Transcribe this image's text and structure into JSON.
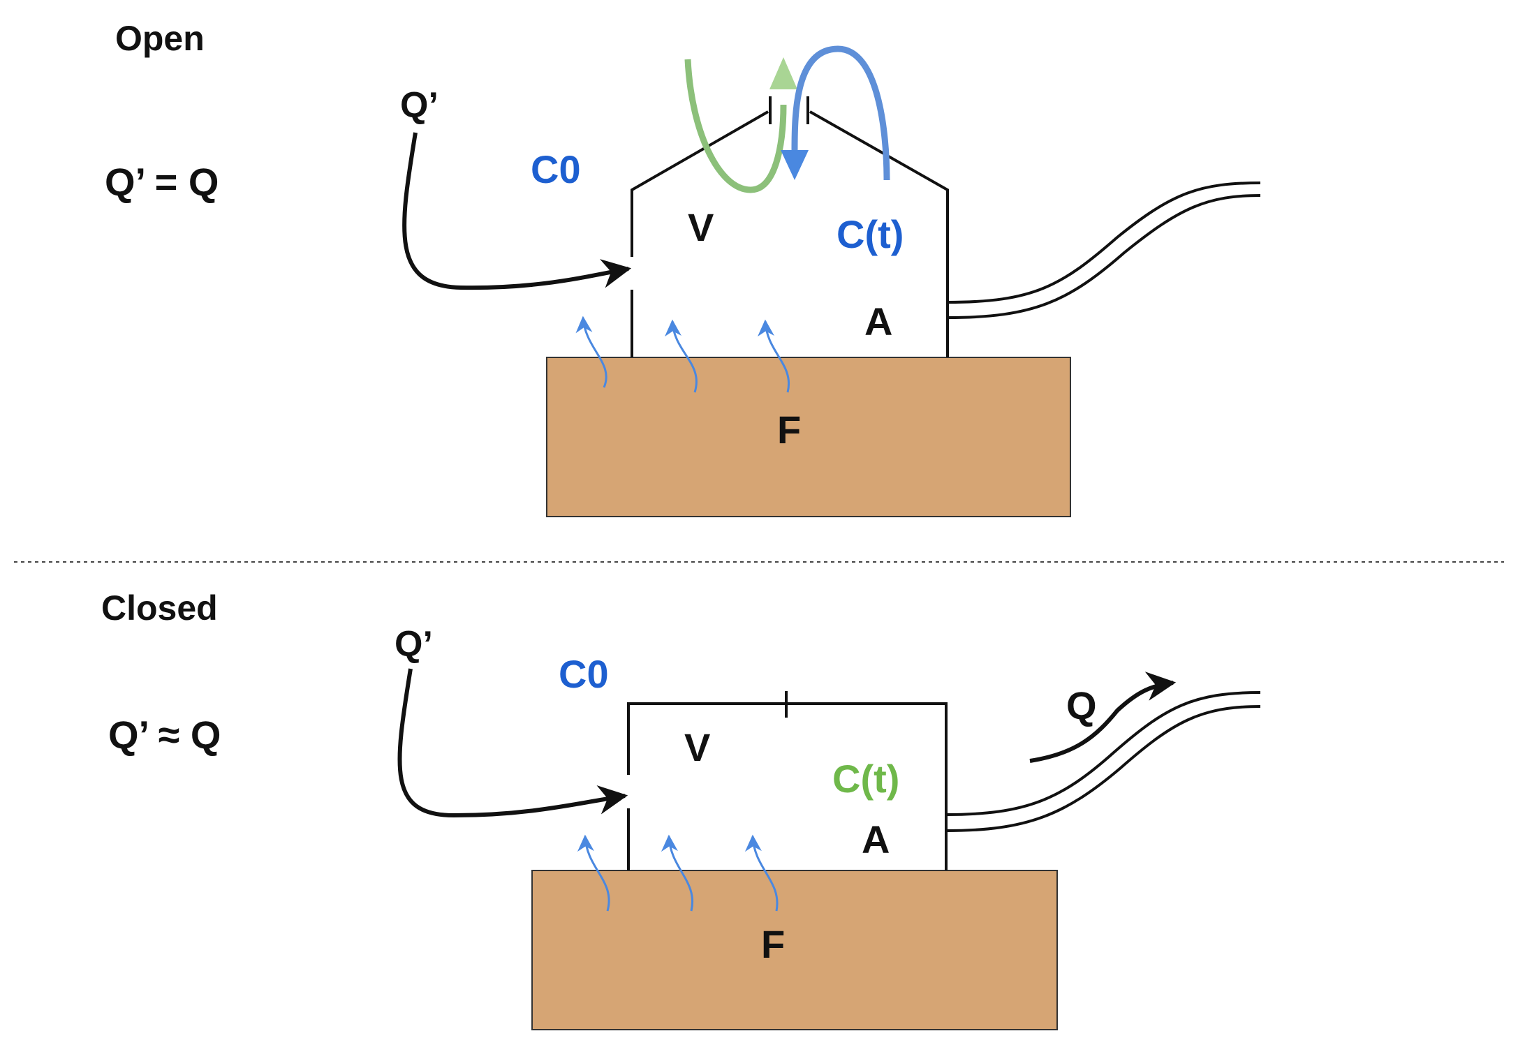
{
  "open_panel": {
    "title": "Open",
    "equation": "Q’ = Q",
    "inflow_label": "Q’",
    "ambient_conc": "C0",
    "volume": "V",
    "chamber_conc": "C(t)",
    "area": "A",
    "flux": "F"
  },
  "closed_panel": {
    "title": "Closed",
    "equation": "Q’ ≈ Q",
    "inflow_label": "Q’",
    "ambient_conc": "C0",
    "volume": "V",
    "chamber_conc": "C(t)",
    "area": "A",
    "flux": "F",
    "outflow_label": "Q"
  },
  "colors": {
    "soil": "#d6a574",
    "label_blue": "#1d5fd0",
    "label_green": "#6fb84a",
    "arrow_blue": "#4a88e0",
    "loop_green": "#8cc07a",
    "loop_blue": "#5e8fd8",
    "line": "#111111"
  },
  "icons": {
    "flux_arrows": "curved-up-arrow",
    "mixing_loops": "circular-arrows",
    "tube": "double-line-tube"
  }
}
